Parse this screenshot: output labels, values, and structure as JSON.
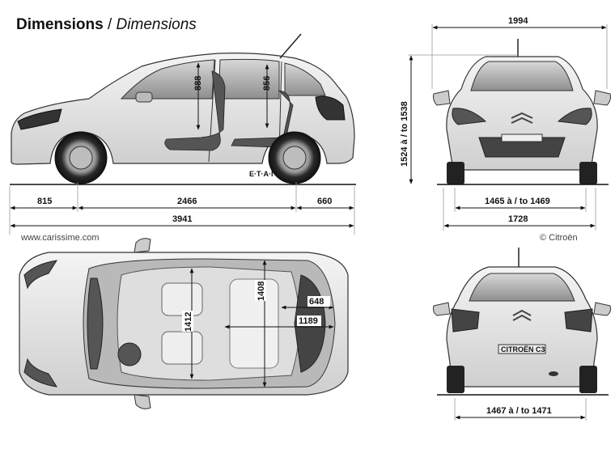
{
  "title": {
    "bold": "Dimensions",
    "separator": " / ",
    "italic": "Dimensions"
  },
  "watermarks": {
    "left": "www.carissime.com",
    "right": "© Citroën"
  },
  "side_view": {
    "lengths": {
      "front_overhang": "815",
      "wheelbase": "2466",
      "rear_overhang": "660",
      "overall": "3941"
    },
    "headroom": {
      "front": "888",
      "rear": "856"
    },
    "badge": "E·T·A·I"
  },
  "front_view": {
    "width_mirrors": "1994",
    "height": "1524 à / to 1538",
    "track_front": "1465 à / to 1469",
    "width": "1728"
  },
  "top_view": {
    "cabin_width": "1408",
    "elbow_width": "1412",
    "boot_depth": "648",
    "rear_cabin": "1189"
  },
  "rear_view": {
    "track_rear": "1467 à / to 1471",
    "badge": "CITROËN C3"
  }
}
